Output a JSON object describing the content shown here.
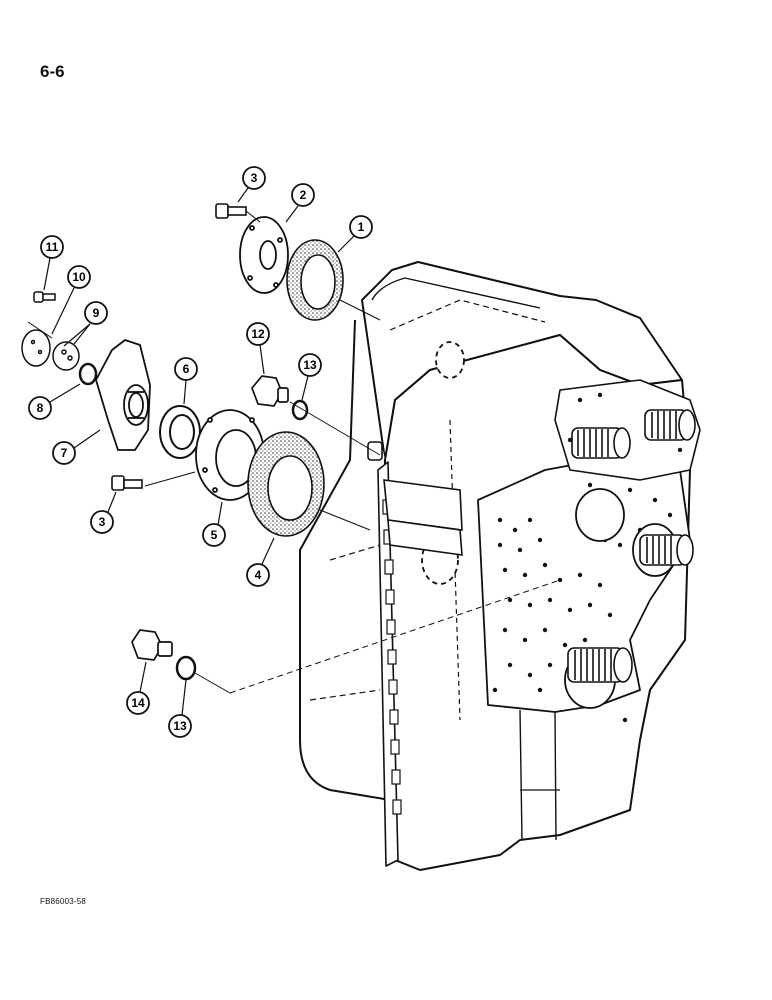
{
  "page": {
    "number": "6-6",
    "figure_code": "FB86003-58"
  },
  "callouts": [
    {
      "id": "c1",
      "label": "1"
    },
    {
      "id": "c2",
      "label": "2"
    },
    {
      "id": "c3a",
      "label": "3"
    },
    {
      "id": "c3b",
      "label": "3"
    },
    {
      "id": "c4",
      "label": "4"
    },
    {
      "id": "c5",
      "label": "5"
    },
    {
      "id": "c6",
      "label": "6"
    },
    {
      "id": "c7",
      "label": "7"
    },
    {
      "id": "c8",
      "label": "8"
    },
    {
      "id": "c9",
      "label": "9"
    },
    {
      "id": "c10",
      "label": "10"
    },
    {
      "id": "c11",
      "label": "11"
    },
    {
      "id": "c12",
      "label": "12"
    },
    {
      "id": "c13a",
      "label": "13"
    },
    {
      "id": "c13b",
      "label": "13"
    },
    {
      "id": "c14",
      "label": "14"
    }
  ]
}
